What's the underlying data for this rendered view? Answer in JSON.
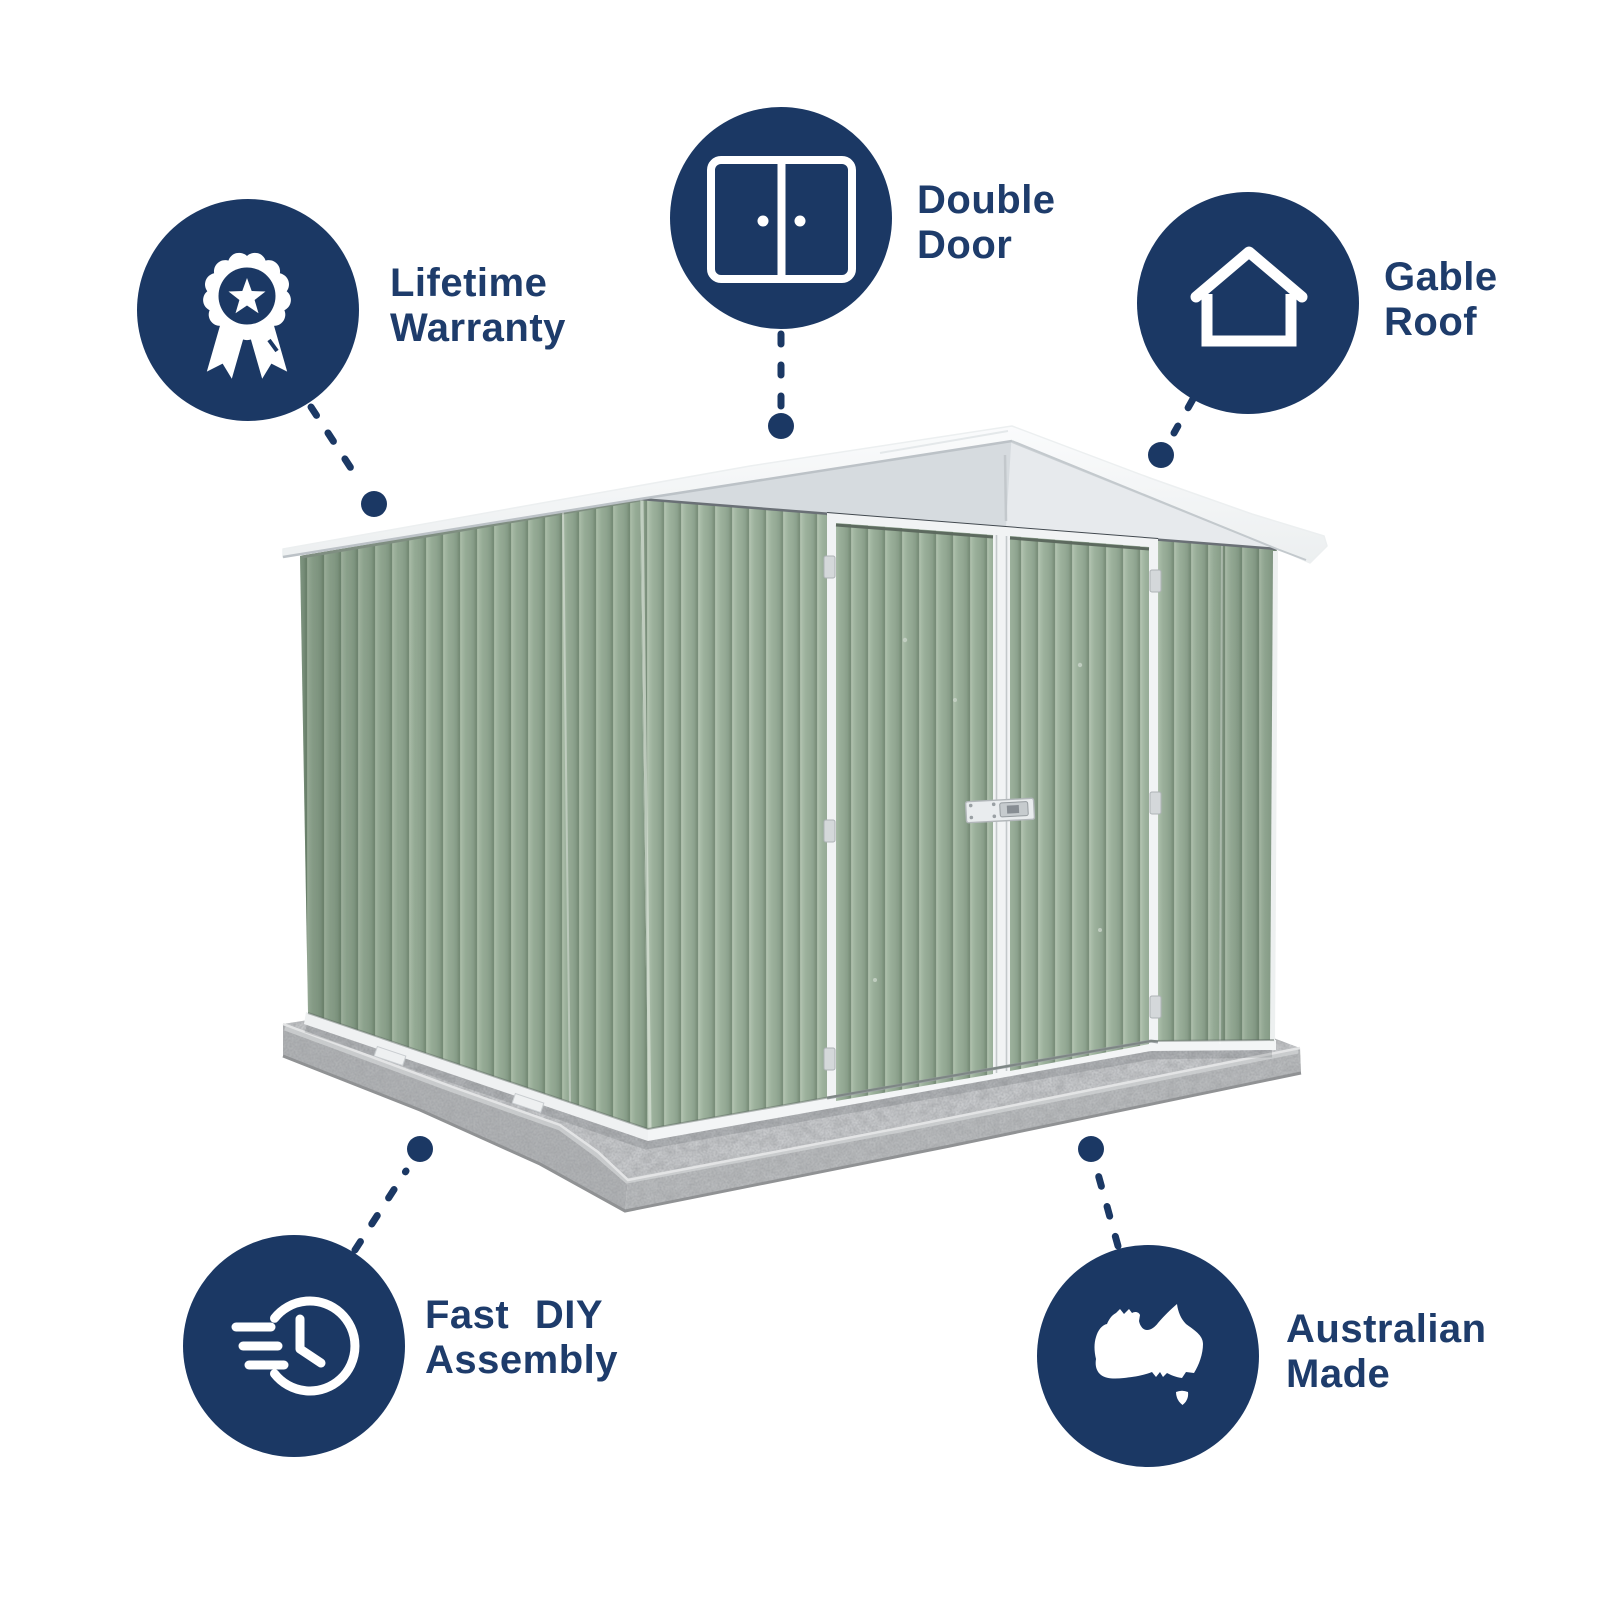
{
  "page": {
    "kind": "product feature infographic",
    "background": "#ffffff"
  },
  "colors": {
    "navy": "#1b3864",
    "text_navy": "#1e3c6b",
    "shed_green": "#9eb29e",
    "shed_green_dark": "#7e937f",
    "shed_green_light": "#c7d2c5",
    "roof_white": "#f6f8f9",
    "gable_gray": "#dee2e5",
    "frame_white": "#f1f3f4",
    "concrete_gray": "#c6c8ca"
  },
  "illustration": {
    "subject": "metal garden shed on concrete slab",
    "wall_finish": "pale green corrugated steel",
    "roof": "white gable roof",
    "front": "double hinged doors with white frames and centre latch"
  },
  "features": [
    {
      "id": "lifetime-warranty",
      "line1": "Lifetime",
      "line2": "Warranty",
      "icon": "award-ribbon-icon"
    },
    {
      "id": "double-door",
      "line1": "Double",
      "line2": "Door",
      "icon": "double-door-icon"
    },
    {
      "id": "gable-roof",
      "line1": "Gable",
      "line2": "Roof",
      "icon": "gable-roof-house-icon"
    },
    {
      "id": "fast-diy-assembly",
      "line1": "Fast DIY",
      "line2": "Assembly",
      "icon": "fast-assembly-clock-icon"
    },
    {
      "id": "australian-made",
      "line1": "Australian",
      "line2": "Made",
      "icon": "australia-map-icon"
    }
  ]
}
